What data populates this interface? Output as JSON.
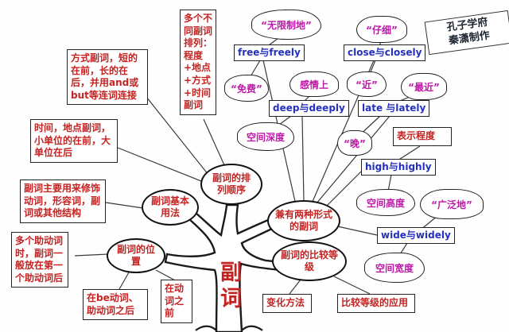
{
  "trunk": {
    "label": "副词"
  },
  "credit": {
    "line1": "孔子学府",
    "line2": "秦潇制作"
  },
  "ellipses": [
    {
      "label": "副词的排列顺序"
    },
    {
      "label": "副词基本用法"
    },
    {
      "label": "副词的位置"
    },
    {
      "label": "兼有两种形式的副词"
    },
    {
      "label": "副词的比较等级"
    }
  ],
  "boxes": [
    {
      "label": "多个不同副词排列：程度+地点+方式+时间副词"
    },
    {
      "label": "方式副词，短的在前，长的在后，并用and或but等连词连接"
    },
    {
      "label": "时间，地点副词，小单位的在前，大单位在后"
    },
    {
      "label": "副词主要用来修饰动词，形容词，副词或其他结构"
    },
    {
      "label": "多个助动词时，副词一般放在第一个助动词后"
    },
    {
      "label": "在be动词、助动词之后"
    },
    {
      "label": "在动词之前"
    },
    {
      "label": "变化方法"
    },
    {
      "label": "比较等级的应用"
    },
    {
      "label": "表示程度"
    }
  ],
  "clouds": [
    {
      "label": "“无限制地”"
    },
    {
      "label": "“仔细”"
    },
    {
      "label": "“免费”"
    },
    {
      "label": "感情上"
    },
    {
      "label": "“近”"
    },
    {
      "label": "“最近”"
    },
    {
      "label": "空间深度"
    },
    {
      "label": "“晚”"
    },
    {
      "label": "空间高度"
    },
    {
      "label": "“广泛地”"
    },
    {
      "label": "空间宽度"
    }
  ],
  "pairs": [
    {
      "label": "free与freely"
    },
    {
      "label": "close与closely"
    },
    {
      "label": "deep与deeply"
    },
    {
      "label": "late 与lately"
    },
    {
      "label": "high与highly"
    },
    {
      "label": "wide与widely"
    }
  ],
  "colors": {
    "node_text_red": "#c52222",
    "cloud_text_magenta": "#bd18a6",
    "pair_text_blue": "#2430c0",
    "line_black": "#222222"
  }
}
